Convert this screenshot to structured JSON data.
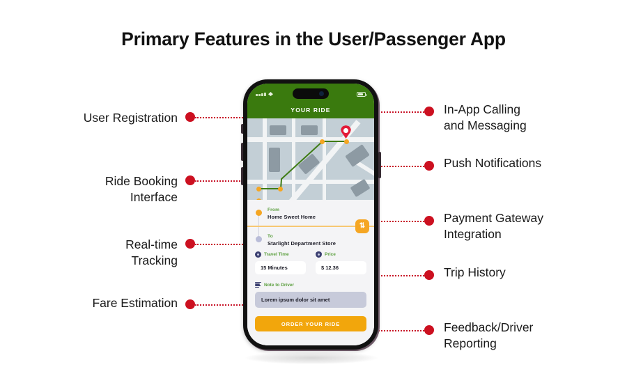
{
  "header": {
    "title": "Primary Features in the User/Passenger App"
  },
  "colors": {
    "accent_red": "#CC1020",
    "app_green": "#3A7A0E",
    "amber": "#F2A60C",
    "label_green": "#5A9E3D",
    "pin_red": "#E31937"
  },
  "callouts": {
    "left": [
      {
        "label": "User Registration"
      },
      {
        "label": "Ride Booking\nInterface"
      },
      {
        "label": "Real-time\nTracking"
      },
      {
        "label": "Fare Estimation"
      }
    ],
    "right": [
      {
        "label": "In-App Calling\nand Messaging"
      },
      {
        "label": "Push Notifications"
      },
      {
        "label": "Payment Gateway\nIntegration"
      },
      {
        "label": "Trip History"
      },
      {
        "label": "Feedback/Driver\nReporting"
      }
    ]
  },
  "phone": {
    "app": {
      "screen_title": "YOUR RIDE",
      "from": {
        "label": "From",
        "value": "Home Sweet Home"
      },
      "to": {
        "label": "To",
        "value": "Starlight Department Store"
      },
      "swap_icon": "swap-vertical-icon",
      "travel_time": {
        "label": "Travel Time",
        "value": "15 Minutes",
        "icon": "clock-icon"
      },
      "price": {
        "label": "Price",
        "value": "$ 12.36",
        "icon": "price-pin-icon"
      },
      "note": {
        "label": "Note to Driver",
        "placeholder": "Lorem ipsum dolor sit amet",
        "icon": "lines-icon"
      },
      "cta_label": "ORDER YOUR RIDE"
    },
    "map": {
      "destination_icon": "map-pin-icon",
      "waypoint_icon": "waypoint-dot-icon"
    },
    "statusbar": {
      "signal_icon": "signal-bars-icon",
      "wifi_icon": "wifi-icon",
      "battery_icon": "battery-icon"
    }
  }
}
